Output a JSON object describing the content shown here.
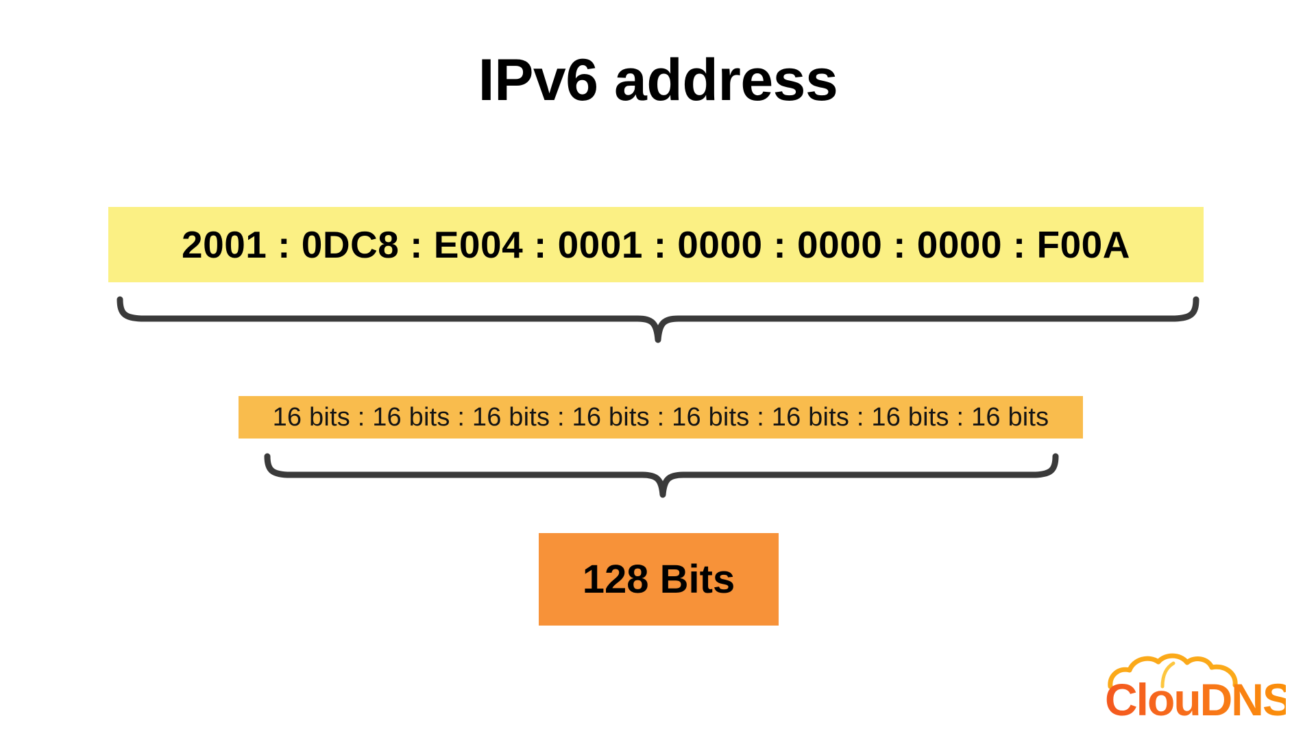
{
  "page": {
    "title": "IPv6 address",
    "background_color": "#FFFFFF"
  },
  "address_bar": {
    "value": "2001 : 0DC8 : E004 : 0001 : 0000 : 0000 : 0000 : F00A",
    "background_color": "#FBF084",
    "text_color": "#000000",
    "groups": [
      "2001",
      "0DC8",
      "E004",
      "0001",
      "0000",
      "0000",
      "0000",
      "F00A"
    ],
    "separator": ":"
  },
  "bits_bar": {
    "value": "16 bits : 16 bits : 16 bits : 16 bits : 16 bits : 16 bits : 16 bits : 16 bits",
    "background_color": "#F9BC4D",
    "text_color": "#141414",
    "segments": [
      "16 bits",
      "16 bits",
      "16 bits",
      "16 bits",
      "16 bits",
      "16 bits",
      "16 bits",
      "16 bits"
    ],
    "segment_count": 8,
    "bits_per_segment": 16
  },
  "total_bits": {
    "label": "128 Bits",
    "background_color": "#F79239",
    "text_color": "#000000",
    "value": 128
  },
  "braces": {
    "stroke_color": "#3a3a3a",
    "top": {
      "name": "brace-address-to-bits",
      "points_from": "address_bar",
      "points_to": "bits_bar"
    },
    "bottom": {
      "name": "brace-bits-to-total",
      "points_from": "bits_bar",
      "points_to": "total_bits"
    }
  },
  "logo": {
    "text": "ClouDNS",
    "text_part_1": "Clou",
    "text_part_2": "DNS",
    "color_start": "#FDB913",
    "color_end": "#F4581F",
    "cloud_color": "#FBA919"
  }
}
